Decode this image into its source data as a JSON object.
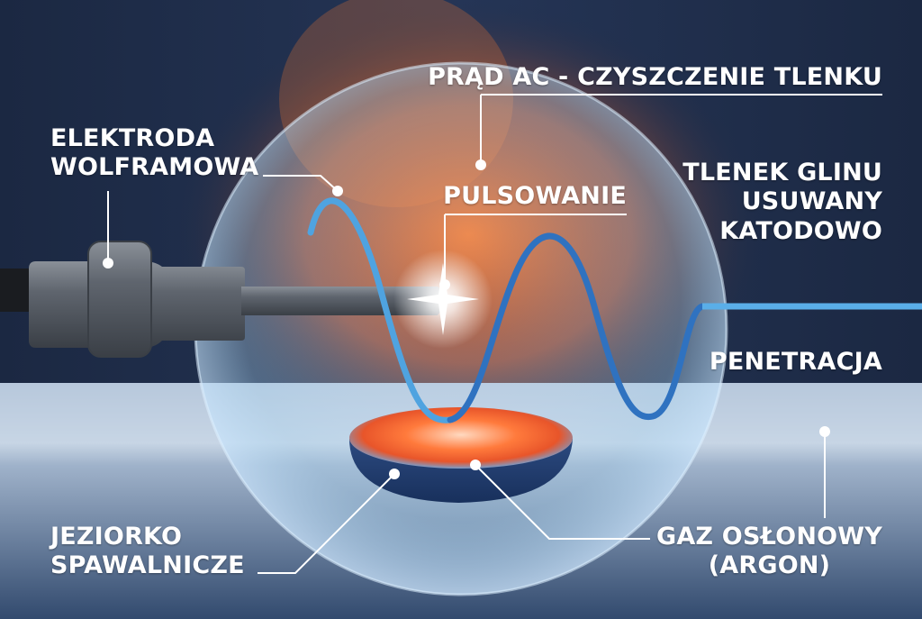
{
  "labels": {
    "electrode": [
      "ELEKTRODA",
      "WOLFRAMOWA"
    ],
    "ac_current": "PRĄD AC - CZYSZCZENIE TLENKU",
    "pulsing": "PULSOWANIE",
    "oxide": [
      "TLENEK GLINU",
      "USUWANY",
      "KATODOWO"
    ],
    "penetration": "PENETRACJA",
    "weld_pool": [
      "JEZIORKO",
      "SPAWALNICZE"
    ],
    "shield_gas": [
      "GAZ OSŁONOWY",
      "(ARGON)"
    ]
  },
  "colors": {
    "background_dark": "#1c2a44",
    "workpiece_light": "#b9c9dc",
    "shield_sphere": "#a9d4f0",
    "arc_orange": "#ff6a1f",
    "wave_light": "#4fa3e0",
    "wave_dark": "#1f5ea8",
    "electrode_grey": "#5a6068",
    "leader_white": "#ffffff"
  }
}
